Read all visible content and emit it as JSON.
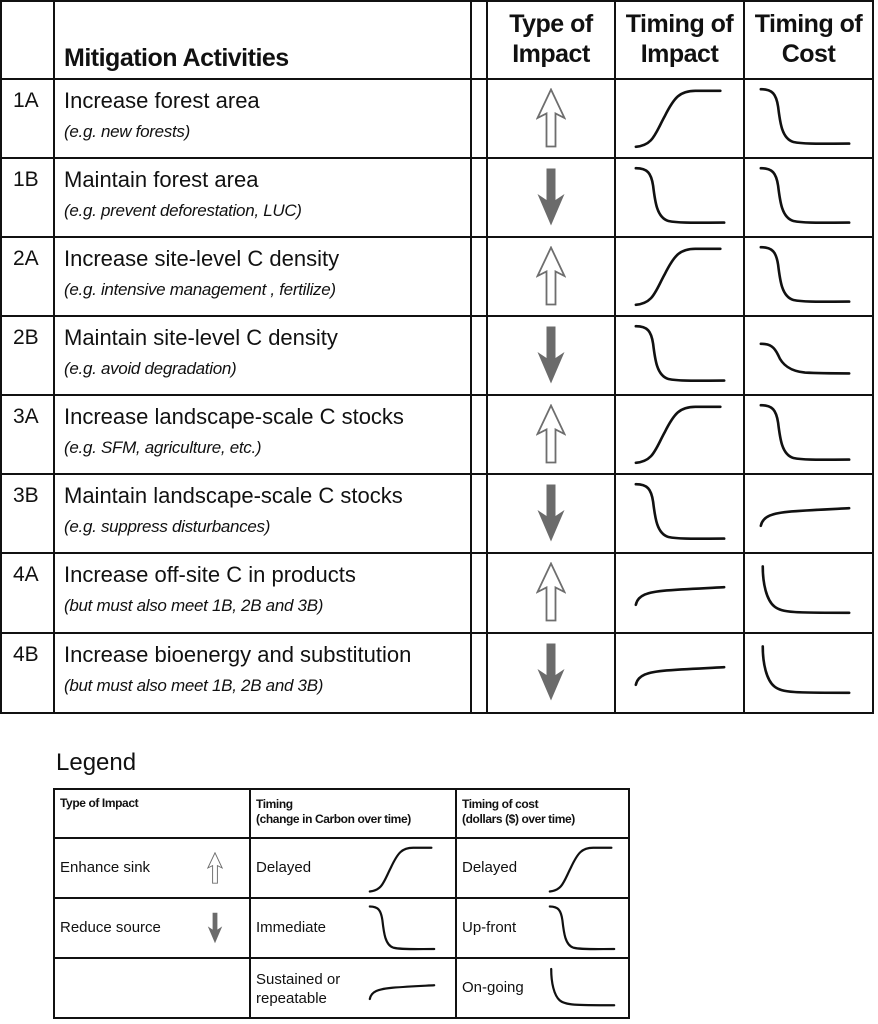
{
  "header": {
    "activities": "Mitigation Activities",
    "type_of_impact": [
      "Type of",
      "Impact"
    ],
    "timing_of_impact": [
      "Timing of",
      "Impact"
    ],
    "timing_of_cost": [
      "Timing of",
      "Cost"
    ]
  },
  "rows": [
    {
      "id": "1A",
      "title": "Increase forest area",
      "example": "(e.g. new forests)",
      "impact_icon": "up-arrow-outline-icon",
      "impact_curve": "delayed-curve-icon",
      "cost_curve": "up-front-curve-icon"
    },
    {
      "id": "1B",
      "title": "Maintain forest area",
      "example": "(e.g. prevent deforestation, LUC)",
      "impact_icon": "down-arrow-filled-icon",
      "impact_curve": "immediate-curve-icon",
      "cost_curve": "up-front-curve-icon"
    },
    {
      "id": "2A",
      "title": "Increase site-level C density",
      "example": "(e.g. intensive management , fertilize)",
      "impact_icon": "up-arrow-outline-icon",
      "impact_curve": "delayed-curve-icon",
      "cost_curve": "up-front-curve-icon"
    },
    {
      "id": "2B",
      "title": "Maintain site-level C density",
      "example": "(e.g. avoid degradation)",
      "impact_icon": "down-arrow-filled-icon",
      "impact_curve": "immediate-curve-icon",
      "cost_curve": "small-step-curve-icon"
    },
    {
      "id": "3A",
      "title": "Increase landscape-scale C stocks",
      "example": "(e.g. SFM, agriculture, etc.)",
      "impact_icon": "up-arrow-outline-icon",
      "impact_curve": "delayed-curve-icon",
      "cost_curve": "up-front-curve-icon"
    },
    {
      "id": "3B",
      "title": "Maintain landscape-scale C stocks",
      "example": "(e.g. suppress disturbances)",
      "impact_icon": "down-arrow-filled-icon",
      "impact_curve": "immediate-curve-icon",
      "cost_curve": "sustained-curve-icon"
    },
    {
      "id": "4A",
      "title": "Increase off-site C in products",
      "example": "(but must also meet 1B, 2B and 3B)",
      "impact_icon": "up-arrow-outline-icon",
      "impact_curve": "sustained-curve-icon",
      "cost_curve": "on-going-curve-icon"
    },
    {
      "id": "4B",
      "title": "Increase bioenergy and substitution",
      "example": "(but must also meet 1B, 2B and 3B)",
      "impact_icon": "down-arrow-filled-icon",
      "impact_curve": "sustained-curve-icon",
      "cost_curve": "on-going-curve-icon"
    }
  ],
  "legend": {
    "title": "Legend",
    "col1_header": "Type of Impact",
    "col2_header": [
      "Timing",
      "(change in Carbon over time)"
    ],
    "col3_header": [
      "Timing of cost",
      "(dollars ($) over time)"
    ],
    "rows": [
      {
        "impact": "Enhance sink",
        "impact_icon": "up-arrow-outline-icon",
        "timing": "Delayed",
        "timing_icon": "delayed-curve-icon",
        "cost": "Delayed",
        "cost_icon": "delayed-curve-icon"
      },
      {
        "impact": "Reduce source",
        "impact_icon": "down-arrow-filled-icon",
        "timing": "Immediate",
        "timing_icon": "immediate-curve-icon",
        "cost": "Up-front",
        "cost_icon": "up-front-curve-icon"
      },
      {
        "impact": "",
        "impact_icon": "",
        "timing": [
          "Sustained or",
          "repeatable"
        ],
        "timing_icon": "sustained-curve-icon",
        "cost": "On-going",
        "cost_icon": "on-going-curve-icon"
      }
    ]
  },
  "colors": {
    "arrow_fill": "#6b6b6b",
    "line": "#111111"
  }
}
